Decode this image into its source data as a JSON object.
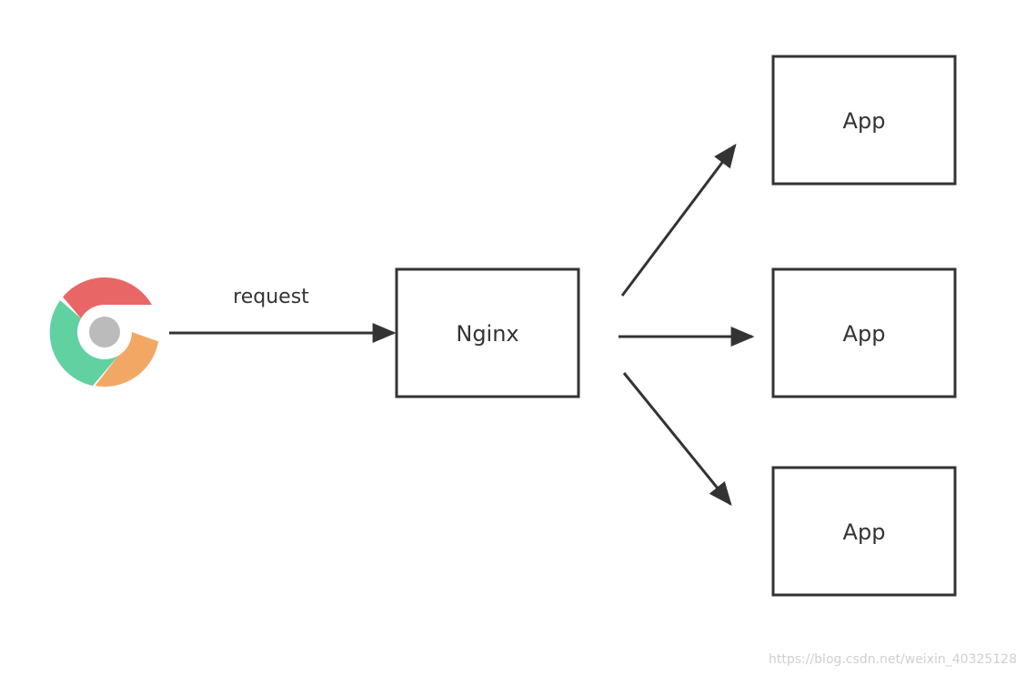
{
  "colors": {
    "stroke": "#333333",
    "text": "#333333",
    "browser_red": "#E86666",
    "browser_green": "#61D1A2",
    "browser_orange": "#F2A765",
    "browser_center": "#BBBBBB",
    "watermark": "#CFCFCF"
  },
  "client": {
    "icon": "chrome-browser-icon"
  },
  "edges": {
    "request_label": "request"
  },
  "nodes": {
    "proxy": {
      "label": "Nginx"
    },
    "apps": [
      {
        "label": "App"
      },
      {
        "label": "App"
      },
      {
        "label": "App"
      }
    ]
  },
  "watermark": "https://blog.csdn.net/weixin_40325128"
}
